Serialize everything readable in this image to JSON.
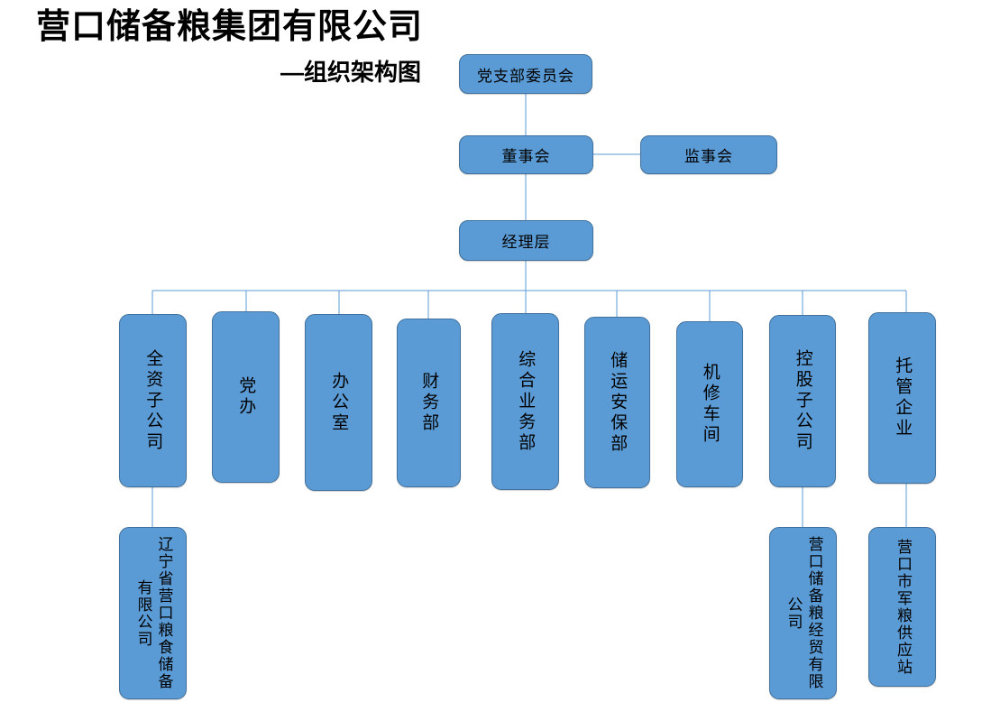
{
  "header": {
    "company_title": "营口储备粮集团有限公司",
    "chart_subtitle": "—组织架构图"
  },
  "colors": {
    "node_fill": "#5B9BD5",
    "node_border": "#41719C",
    "connector": "#5B9BD5",
    "text": "#000000",
    "background": "#FFFFFF"
  },
  "org_chart": {
    "type": "org-hierarchy",
    "top_nodes": [
      {
        "id": "party-committee",
        "label": "党支部委员会"
      },
      {
        "id": "board-of-directors",
        "label": "董事会"
      },
      {
        "id": "board-of-supervisors",
        "label": "监事会"
      },
      {
        "id": "management",
        "label": "经理层"
      }
    ],
    "departments": [
      {
        "id": "wholly-owned-subsidiary",
        "label": "全资子公司"
      },
      {
        "id": "party-office",
        "label": "党办"
      },
      {
        "id": "general-office",
        "label": "办公室"
      },
      {
        "id": "finance-department",
        "label": "财务部"
      },
      {
        "id": "comprehensive-business-department",
        "label": "综合业务部"
      },
      {
        "id": "storage-transport-security-department",
        "label": "储运安保部"
      },
      {
        "id": "machine-repair-workshop",
        "label": "机修车间"
      },
      {
        "id": "holding-subsidiary",
        "label": "控股子公司"
      },
      {
        "id": "trusteeship-enterprise",
        "label": "托管企业"
      }
    ],
    "subsidiaries": [
      {
        "id": "liaoning-yingkou-grain-reserve",
        "parent": "wholly-owned-subsidiary",
        "label": "辽宁省营口粮食储备有限公司"
      },
      {
        "id": "yingkou-grain-reserve-trading",
        "parent": "holding-subsidiary",
        "label": "营口储备粮经贸有限公司"
      },
      {
        "id": "yingkou-military-grain-supply",
        "parent": "trusteeship-enterprise",
        "label": "营口市军粮供应站"
      }
    ],
    "connections": [
      {
        "from": "party-committee",
        "to": "board-of-directors"
      },
      {
        "from": "board-of-directors",
        "to": "board-of-supervisors"
      },
      {
        "from": "board-of-directors",
        "to": "management"
      },
      {
        "from": "management",
        "to": "departments-bus"
      },
      {
        "from": "wholly-owned-subsidiary",
        "to": "liaoning-yingkou-grain-reserve"
      },
      {
        "from": "holding-subsidiary",
        "to": "yingkou-grain-reserve-trading"
      },
      {
        "from": "trusteeship-enterprise",
        "to": "yingkou-military-grain-supply"
      }
    ]
  }
}
